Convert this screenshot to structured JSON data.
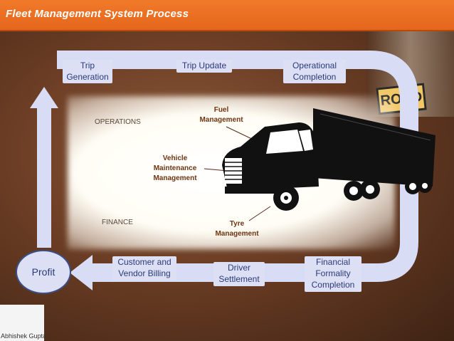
{
  "title": "Fleet Management System Process",
  "steps": {
    "trip_generation": "Trip Generation",
    "trip_update": "Trip Update",
    "operational_completion": "Operational Completion",
    "financial_formality": "Financial Formality Completion",
    "driver_settlement": "Driver Settlement",
    "customer_vendor_billing": "Customer and Vendor Billing",
    "profit": "Profit"
  },
  "areas": {
    "operations": "OPERATIONS",
    "finance": "FINANCE"
  },
  "truck_labels": {
    "fuel": "Fuel Management",
    "vehicle": "Vehicle Maintenance Management",
    "tyre": "Tyre Management"
  },
  "background_sign": "ROAD",
  "logo": {
    "author": "Abhishek Gupta"
  },
  "colors": {
    "title_bar": "#e86c20",
    "arrow": "#d8dcf4",
    "box": "#dde0f4",
    "background": "#6b3d24"
  }
}
